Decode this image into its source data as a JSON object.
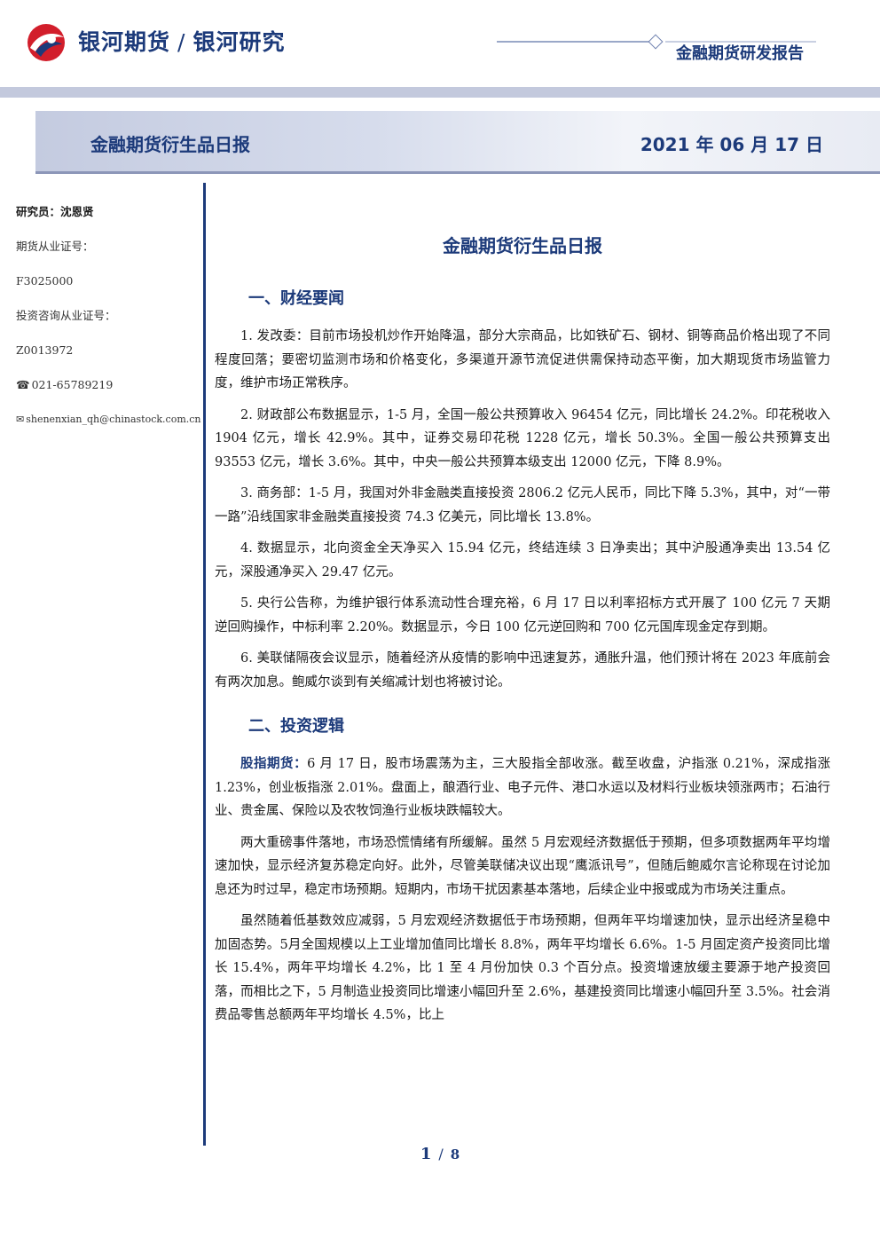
{
  "header": {
    "brand_name": "银河期货",
    "brand_sub": "银河研究",
    "report_type": "金融期货研发报告",
    "colors": {
      "primary": "#1c3a7a",
      "logo_red": "#d21e2b"
    }
  },
  "banner": {
    "title": "金融期货衍生品日报",
    "date": "2021 年 06 月 17 日"
  },
  "sidebar": {
    "researcher": "研究员：沈恩贤",
    "license_label": "期货从业证号：",
    "license_no": "F3025000",
    "consult_label": "投资咨询从业证号：",
    "consult_no": "Z0013972",
    "phone_icon": "phone-icon",
    "phone": "021-65789219",
    "email_icon": "envelope-icon",
    "email": "shenenxian_qh@chinastock.com.cn"
  },
  "document": {
    "title": "金融期货衍生品日报",
    "section1": {
      "title": "一、财经要闻",
      "items": [
        "1. 发改委：目前市场投机炒作开始降温，部分大宗商品，比如铁矿石、钢材、铜等商品价格出现了不同程度回落；要密切监测市场和价格变化，多渠道开源节流促进供需保持动态平衡，加大期现货市场监管力度，维护市场正常秩序。",
        "2. 财政部公布数据显示，1-5 月，全国一般公共预算收入 96454 亿元，同比增长 24.2%。印花税收入 1904 亿元，增长 42.9%。其中，证券交易印花税 1228 亿元，增长 50.3%。全国一般公共预算支出 93553 亿元，增长 3.6%。其中，中央一般公共预算本级支出 12000 亿元，下降 8.9%。",
        "3. 商务部：1-5 月，我国对外非金融类直接投资 2806.2 亿元人民币，同比下降 5.3%，其中，对“一带一路”沿线国家非金融类直接投资 74.3 亿美元，同比增长 13.8%。",
        "4. 数据显示，北向资金全天净买入 15.94 亿元，终结连续 3 日净卖出；其中沪股通净卖出 13.54 亿元，深股通净买入 29.47 亿元。",
        "5. 央行公告称，为维护银行体系流动性合理充裕，6 月 17 日以利率招标方式开展了 100 亿元 7 天期逆回购操作，中标利率 2.20%。数据显示，今日 100 亿元逆回购和 700 亿元国库现金定存到期。",
        "6. 美联储隔夜会议显示，随着经济从疫情的影响中迅速复苏，通胀升温，他们预计将在 2023 年底前会有两次加息。鲍威尔谈到有关缩减计划也将被讨论。"
      ]
    },
    "section2": {
      "title": "二、投资逻辑",
      "lead_label": "股指期货：",
      "lead_text": "6 月 17 日，股市场震荡为主，三大股指全部收涨。截至收盘，沪指涨 0.21%，深成指涨 1.23%，创业板指涨 2.01%。盘面上，酿酒行业、电子元件、港口水运以及材料行业板块领涨两市；石油行业、贵金属、保险以及农牧饲渔行业板块跌幅较大。",
      "para2": "两大重磅事件落地，市场恐慌情绪有所缓解。虽然 5 月宏观经济数据低于预期，但多项数据两年平均增速加快，显示经济复苏稳定向好。此外，尽管美联储决议出现“鹰派讯号”，但随后鲍威尔言论称现在讨论加息还为时过早，稳定市场预期。短期内，市场干扰因素基本落地，后续企业中报或成为市场关注重点。",
      "para3": "虽然随着低基数效应减弱，5 月宏观经济数据低于市场预期，但两年平均增速加快，显示出经济呈稳中加固态势。5月全国规模以上工业增加值同比增长 8.8%，两年平均增长 6.6%。1-5 月固定资产投资同比增长 15.4%，两年平均增长 4.2%，比 1 至 4 月份加快 0.3 个百分点。投资增速放缓主要源于地产投资回落，而相比之下，5 月制造业投资同比增速小幅回升至 2.6%，基建投资同比增速小幅回升至 3.5%。社会消费品零售总额两年平均增长 4.5%，比上"
    }
  },
  "footer": {
    "page": "1",
    "total": "8"
  }
}
